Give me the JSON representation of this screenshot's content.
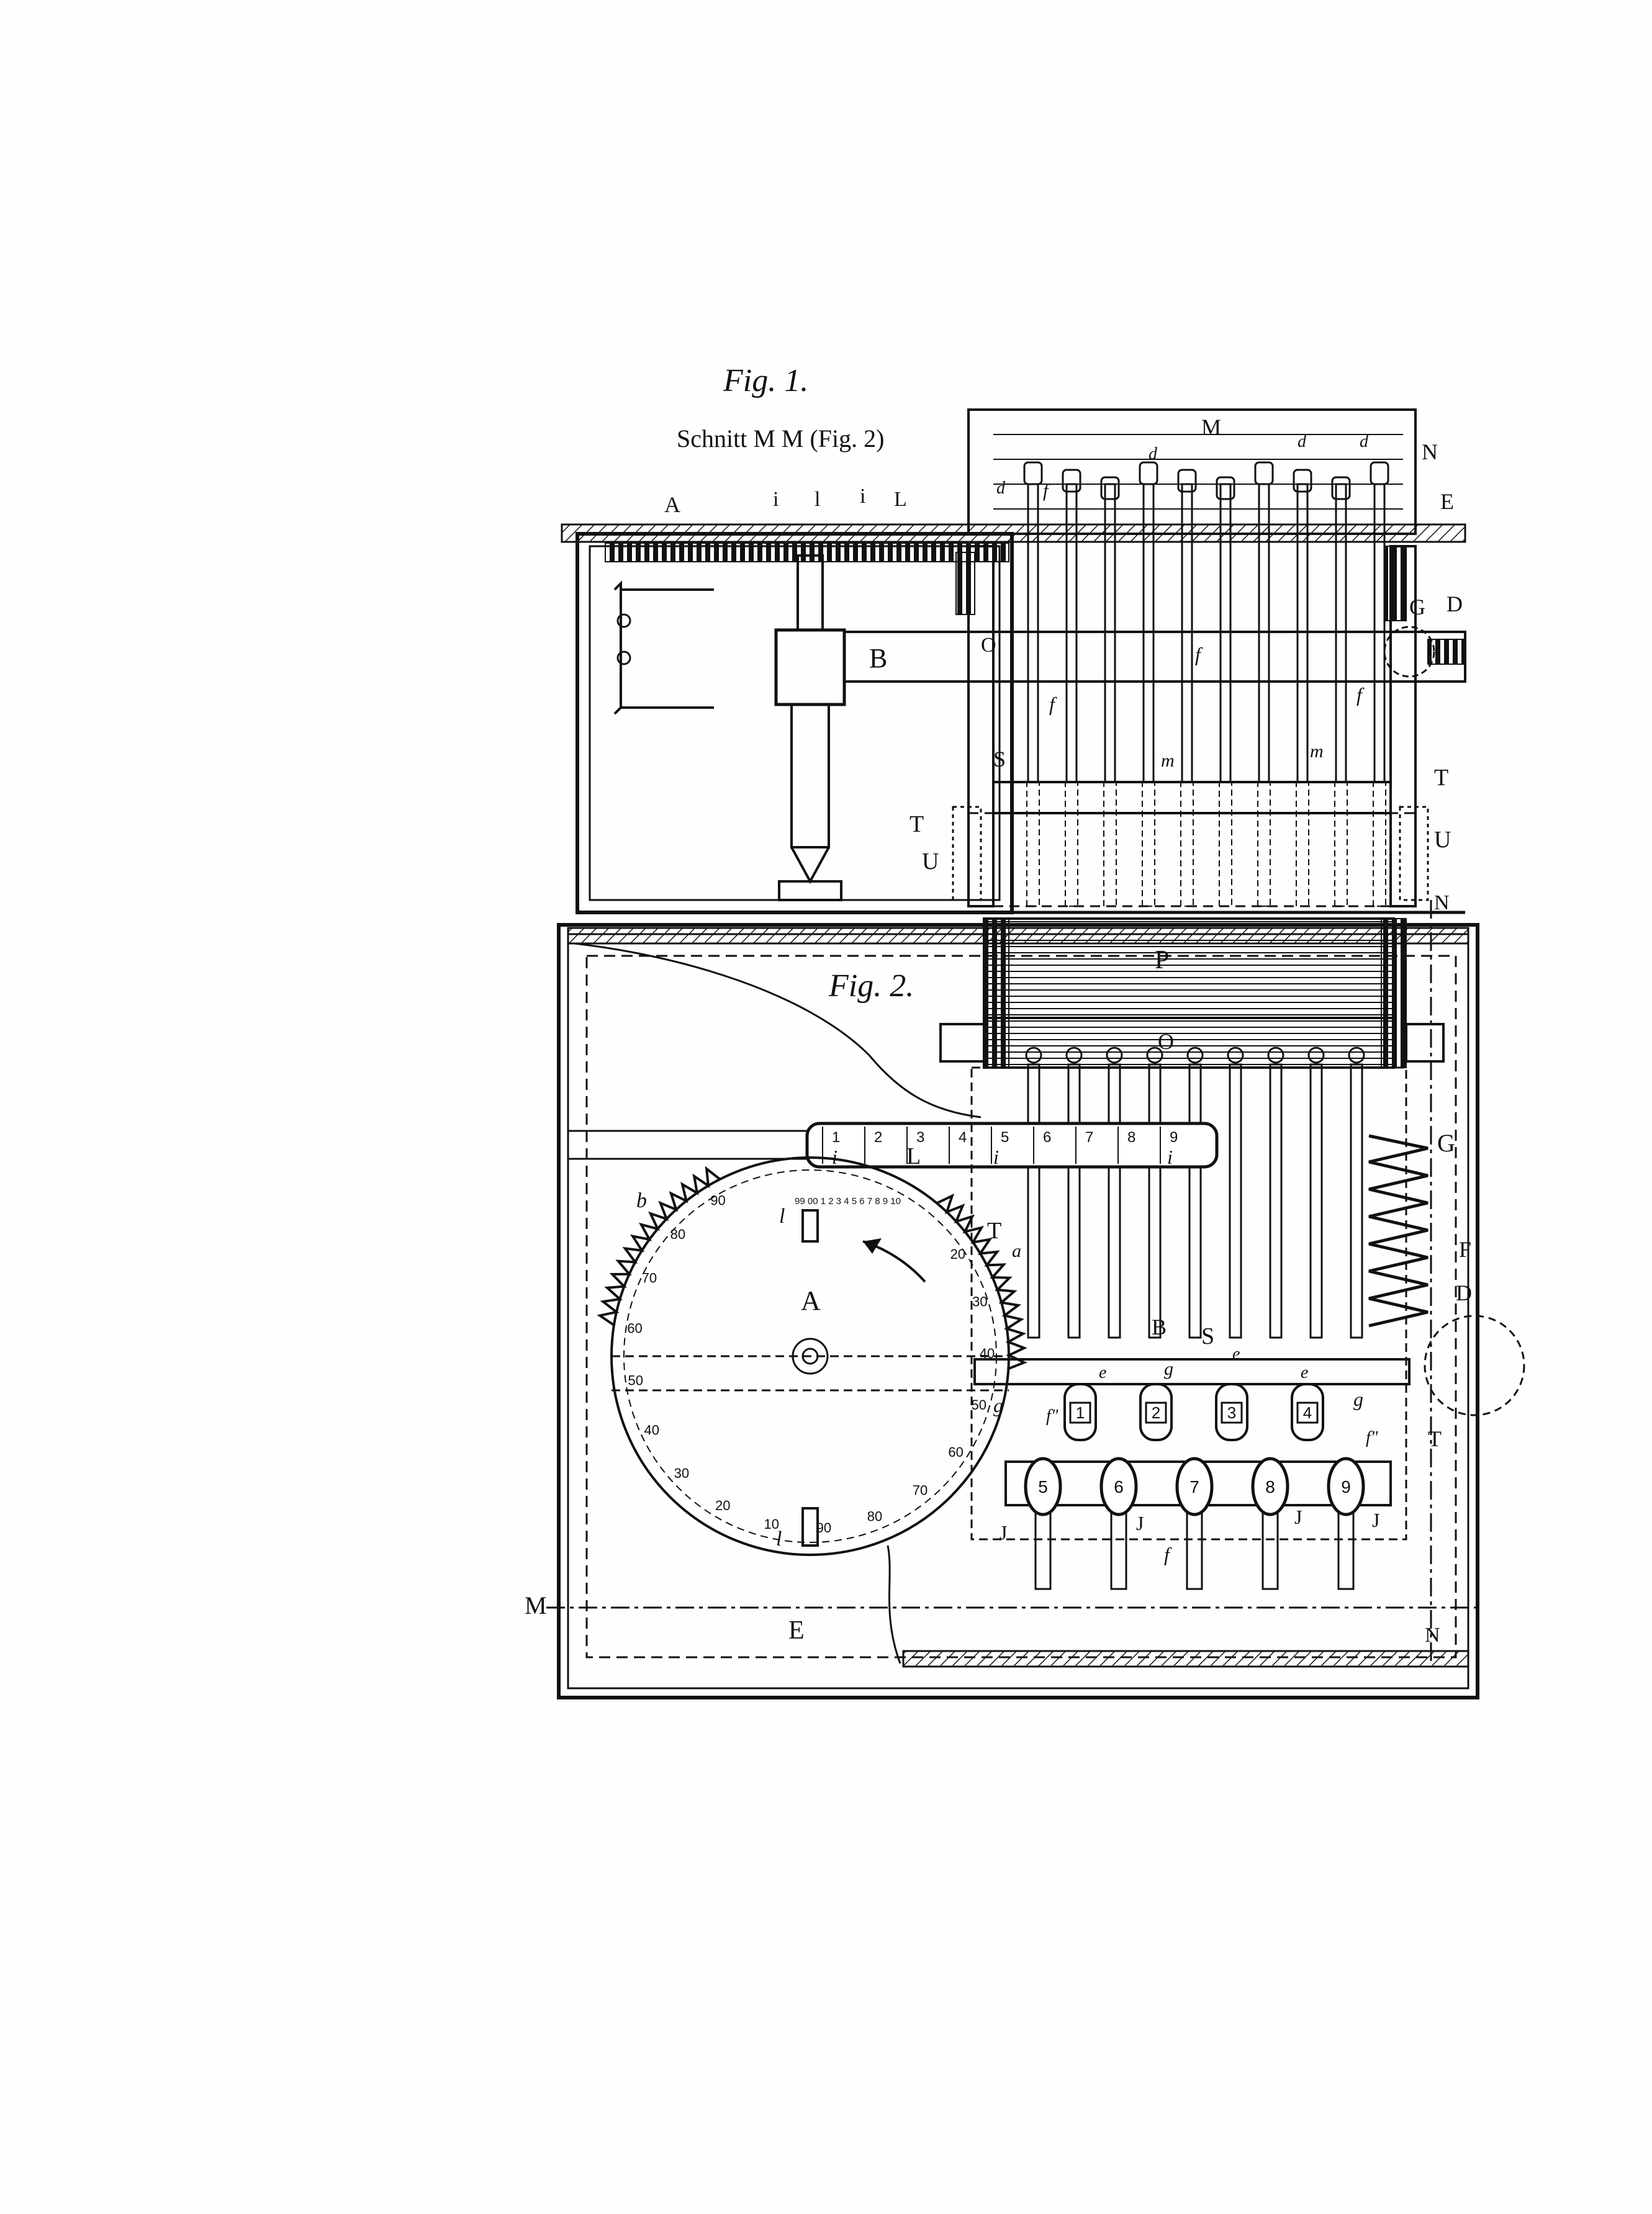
{
  "figure1": {
    "caption": "Fig. 1.",
    "subcaption": "Schnitt M M (Fig. 2)",
    "labels": {
      "A": "A",
      "i1": "i",
      "l1": "l",
      "i2": "i",
      "L": "L",
      "M": "M",
      "N": "N",
      "E": "E",
      "B": "B",
      "G": "G",
      "D": "D",
      "O": "O",
      "S": "S",
      "T_left": "T",
      "T_right": "T",
      "U_left": "U",
      "U_right": "U",
      "m1": "m",
      "m2": "m",
      "f1": "f",
      "f2": "f",
      "f3": "f",
      "f4": "f",
      "d1": "d",
      "d2": "d",
      "d3": "d",
      "d4": "d"
    }
  },
  "figure2": {
    "caption": "Fig. 2.",
    "labels": {
      "P": "P",
      "O": "O",
      "G": "G",
      "L": "L",
      "i1": "i",
      "i2": "i",
      "i3": "i",
      "b": "b",
      "l_top": "l",
      "l_bottom": "l",
      "T_wheel": "T",
      "A": "A",
      "a": "a",
      "B": "B",
      "S": "S",
      "e1": "e",
      "e2": "e",
      "e3": "e",
      "g1": "g",
      "g2": "g",
      "g3": "g",
      "D": "D",
      "F": "F",
      "T_right": "T",
      "f_double1": "f\"",
      "f_double2": "f\"",
      "f_bottom": "f",
      "J1": "J",
      "J2": "J",
      "J3": "J",
      "J4": "J",
      "M": "M",
      "N_top": "N",
      "N_bottom": "N",
      "E": "E"
    },
    "slider_digits": [
      "1",
      "2",
      "3",
      "4",
      "5",
      "6",
      "7",
      "8",
      "9"
    ],
    "small_scale": "99 00 1 2 3 4 5 6 7 8 9 10",
    "key_digits_upper": [
      "1",
      "2",
      "3",
      "4"
    ],
    "key_digits_lower": [
      "5",
      "6",
      "7",
      "8",
      "9"
    ],
    "dial_numbers": [
      "90",
      "80",
      "70",
      "60",
      "50",
      "40",
      "30",
      "20",
      "10",
      "90",
      "80",
      "70",
      "60",
      "50",
      "40",
      "30",
      "20"
    ]
  }
}
